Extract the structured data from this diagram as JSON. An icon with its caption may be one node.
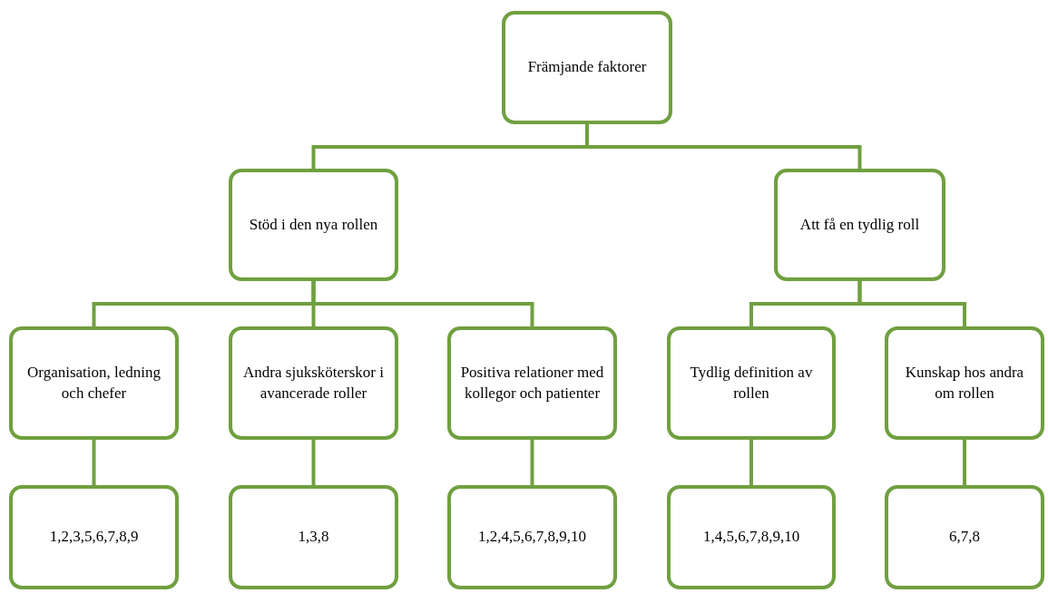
{
  "diagram": {
    "nodes": [
      {
        "text": [
          "Främjande faktorer"
        ]
      },
      {
        "text": [
          "Stöd i den nya rollen"
        ]
      },
      {
        "text": [
          "Att få en tydlig roll"
        ]
      },
      {
        "text": [
          "Organisation, ledning och chefer"
        ]
      },
      {
        "text": [
          "Andra sjuksköterskor i avancerade roller"
        ]
      },
      {
        "text": [
          "Positiva relationer med kollegor och patienter"
        ]
      },
      {
        "text": [
          "Tydlig definition av rollen"
        ]
      },
      {
        "text": [
          "Kunskap hos andra om rollen"
        ]
      },
      {
        "text": [
          "1,2,3,5,6,7,8,9"
        ]
      },
      {
        "text": [
          "1,3,8"
        ]
      },
      {
        "text": [
          "1,2,4,5,6,7,8,9,10"
        ]
      },
      {
        "text": [
          "1,4,5,6,7,8,9,10"
        ]
      },
      {
        "text": [
          "6,7,8"
        ]
      }
    ],
    "edges": [
      {
        "from": 0,
        "to": 1,
        "arrow": "none"
      },
      {
        "from": 0,
        "to": 2,
        "arrow": "none"
      },
      {
        "from": 1,
        "to": 3,
        "arrow": "none"
      },
      {
        "from": 1,
        "to": 4,
        "arrow": "none"
      },
      {
        "from": 1,
        "to": 5,
        "arrow": "none"
      },
      {
        "from": 2,
        "to": 6,
        "arrow": "none"
      },
      {
        "from": 2,
        "to": 7,
        "arrow": "none"
      },
      {
        "from": 3,
        "to": 8,
        "arrow": "none"
      },
      {
        "from": 4,
        "to": 9,
        "arrow": "none"
      },
      {
        "from": 5,
        "to": 10,
        "arrow": "none"
      },
      {
        "from": 6,
        "to": 11,
        "arrow": "none"
      },
      {
        "from": 7,
        "to": 12,
        "arrow": "none"
      }
    ]
  }
}
